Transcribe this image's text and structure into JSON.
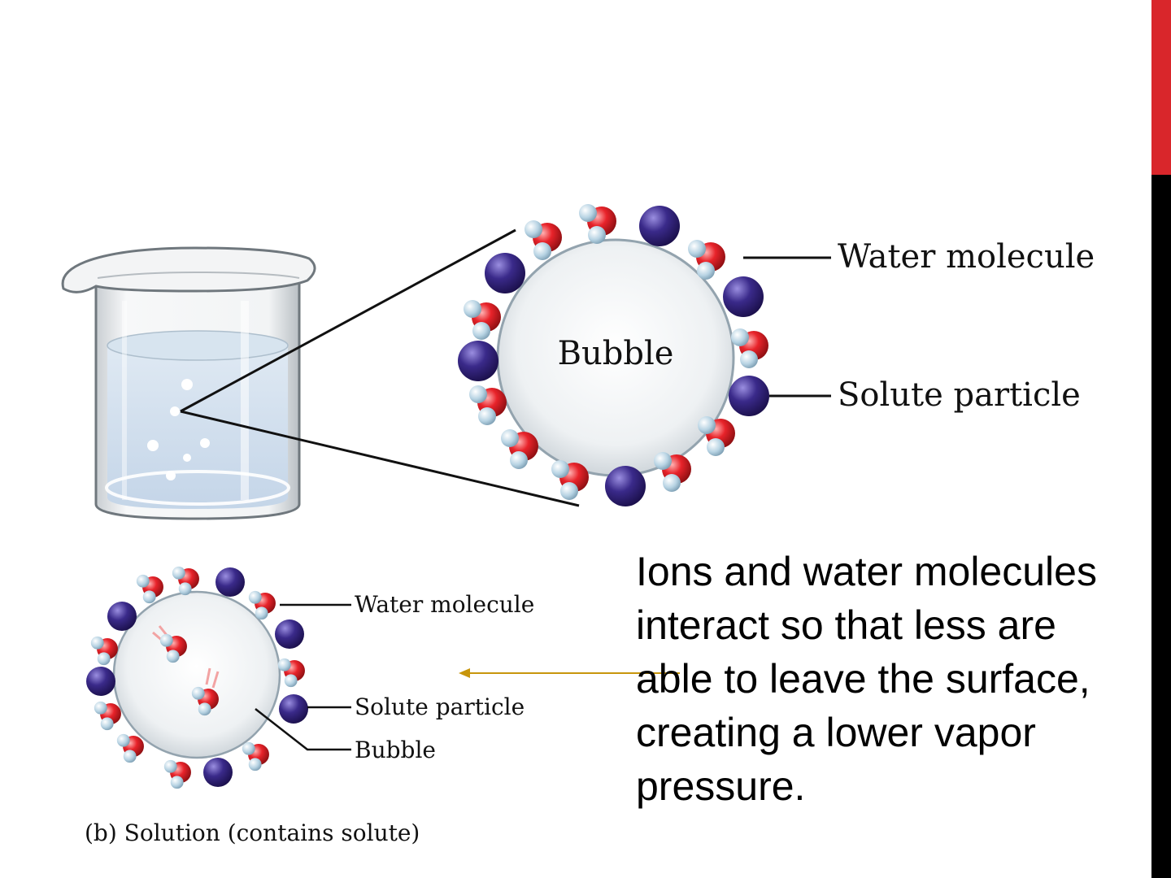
{
  "slide": {
    "accent_color": "#d9262b",
    "side_colors": [
      "#d9262b",
      "#000000"
    ]
  },
  "diagram_top": {
    "bubble_label": "Bubble",
    "water_label": "Water molecule",
    "solute_label": "Solute particle"
  },
  "diagram_bottom": {
    "water_label": "Water molecule",
    "solute_label": "Solute particle",
    "bubble_label": "Bubble",
    "caption": "(b) Solution (contains solute)"
  },
  "explanation": {
    "text": "Ions and water molecules interact so that less are able to leave the surface, creating a lower vapor pressure."
  },
  "colors": {
    "water_oxygen": "#e8232a",
    "water_hydrogen": "#b7d3e3",
    "solute": "#3a2a8a",
    "arrow": "#c8960c"
  }
}
